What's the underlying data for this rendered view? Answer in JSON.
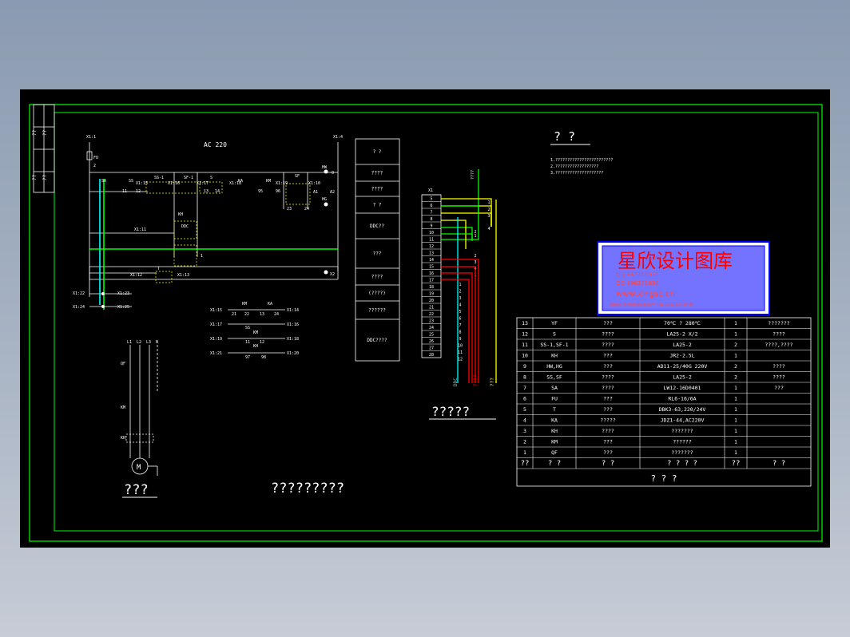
{
  "drawing": {
    "supply_label": "AC 220",
    "nodes": {
      "top_left": "X1:1",
      "top_right": "X1:4",
      "fu": "FU",
      "two": "2",
      "sa": "SA",
      "zero": "0"
    },
    "contacts": {
      "ss": "SS",
      "ss1": "SS-1",
      "sf1": "SF-1",
      "s": "S",
      "ka": "KA",
      "km": "KM",
      "sf": "SF",
      "x15": "X1:15",
      "x16": "X1:16",
      "x17": "X1:17",
      "x18": "X1:18",
      "x19": "X1:19",
      "x110": "X1:10",
      "n11": "11",
      "n12": "12",
      "n13": "13",
      "n14": "14",
      "n9": "95",
      "n96": "96",
      "n23": "23",
      "n24": "24",
      "hw": "HW",
      "hg": "HG",
      "kh": "KH",
      "a1": "A1",
      "a2": "A2",
      "x2": "X2",
      "ddc": "DDC",
      "x111": "X1:11",
      "x112": "X1:12",
      "x113": "X1:13",
      "t": "T",
      "one": "1",
      "x122": "X1:22",
      "x123": "X1:23",
      "x124": "X1:24",
      "x125": "X1:25"
    },
    "relay_table": [
      {
        "l": "X1:15",
        "a": "KM",
        "b": "KA",
        "r": "X1:14",
        "n1": "21",
        "n2": "22",
        "n3": "13",
        "n4": "24"
      },
      {
        "l": "X1:17",
        "a": "SS",
        "b": "KM",
        "r": "X1:16",
        "n1": "",
        "n2": "",
        "n3": "",
        "n4": ""
      },
      {
        "l": "X1:19",
        "a": "11",
        "b": "KH",
        "r": "X1:18",
        "n1": "",
        "n2": "12",
        "n3": "",
        "n4": ""
      },
      {
        "l": "X1:21",
        "a": "97",
        "b": "98",
        "r": "X1:20",
        "n1": "",
        "n2": "",
        "n3": "",
        "n4": ""
      }
    ],
    "motor_labels": {
      "l1": "L1",
      "l2": "L2",
      "l3": "L3",
      "n": "N",
      "motor": "M",
      "qf": "QF",
      "km": "KM",
      "kh": "KH"
    },
    "left_caption": "???",
    "center_caption": "?????????",
    "function_column": [
      "? ?",
      "????",
      "????",
      "? ?",
      "DDC??",
      "???",
      "????",
      "(????)",
      "??????",
      "DDC????"
    ],
    "terminal_label": "X1",
    "terminal_numbers": [
      "5",
      "6",
      "7",
      "8",
      "9",
      "10",
      "11",
      "12",
      "13",
      "14",
      "15",
      "16",
      "17",
      "18",
      "19",
      "20",
      "21",
      "22",
      "23",
      "24",
      "25",
      "26",
      "27",
      "28"
    ],
    "wire_labels_right": [
      "1",
      "2",
      "3",
      "4",
      "1",
      "2",
      "3",
      "4",
      "1",
      "2"
    ],
    "wire_labels_left": [
      "1",
      "2",
      "3",
      "4",
      "5",
      "6",
      "7",
      "8",
      "9",
      "10",
      "11",
      "12"
    ],
    "cable_labels": [
      "DDC",
      "????",
      "???"
    ],
    "cable_top_label": "????",
    "terminal_caption": "?????",
    "notes_title": "? ?",
    "notes": [
      "1.????????????????????????",
      "2.??????????????????",
      "3.????????????????????"
    ],
    "parts_table": {
      "rows": [
        [
          "13",
          "YF",
          "???",
          "70℃ ? 280℃",
          "1",
          "???????"
        ],
        [
          "12",
          "S",
          "????",
          "LA25-2 X/2",
          "1",
          "????"
        ],
        [
          "11",
          "SS-1,SF-1",
          "????",
          "LA25-2",
          "2",
          "????,????"
        ],
        [
          "10",
          "KH",
          "???",
          "JR2-2.5L",
          "1",
          ""
        ],
        [
          "9",
          "HW,HG",
          "???",
          "AD11-25/40G 220V",
          "2",
          "????"
        ],
        [
          "8",
          "SS,SF",
          "????",
          "LA25-2",
          "2",
          "????"
        ],
        [
          "7",
          "SA",
          "????",
          "LW12-16D0401",
          "1",
          "???"
        ],
        [
          "6",
          "FU",
          "???",
          "RL6-16/6A",
          "1",
          ""
        ],
        [
          "5",
          "T",
          "???",
          "DBK3-63,220/24V",
          "1",
          ""
        ],
        [
          "4",
          "KA",
          "?????",
          "JDZ1-44,AC220V",
          "1",
          ""
        ],
        [
          "3",
          "KH",
          "????",
          "???????",
          "1",
          ""
        ],
        [
          "2",
          "KM",
          "???",
          "??????",
          "1",
          ""
        ],
        [
          "1",
          "QF",
          "???",
          "???????",
          "1",
          ""
        ]
      ],
      "header": [
        "??",
        "?  ?",
        "?    ?",
        "?  ?  ?  ?",
        "??",
        "?   ?"
      ],
      "title": "?     ?     ?"
    },
    "title_block_marks": [
      "??",
      "??",
      "??",
      "??"
    ]
  },
  "watermark": {
    "title": "星欣设计图库",
    "qq1": "QQ:447255935",
    "qq2": "QQ:396271936",
    "site": "www.xingsc.cn",
    "contact": "Email: xingsc@qq.com  TEL:13115342900"
  },
  "colors": {
    "green": "#00ff00",
    "yellow": "#ffff00",
    "cyan": "#00ffff",
    "red": "#ff0000",
    "blue": "#0000ff"
  }
}
